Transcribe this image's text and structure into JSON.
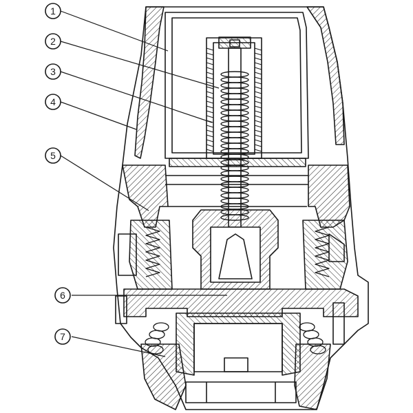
{
  "callouts": [
    {
      "label": "1"
    },
    {
      "label": "2"
    },
    {
      "label": "3"
    },
    {
      "label": "4"
    },
    {
      "label": "5"
    },
    {
      "label": "6"
    },
    {
      "label": "7"
    }
  ],
  "colors": {
    "ink": "#1a1a1a",
    "section_fill": "#ffffff"
  }
}
